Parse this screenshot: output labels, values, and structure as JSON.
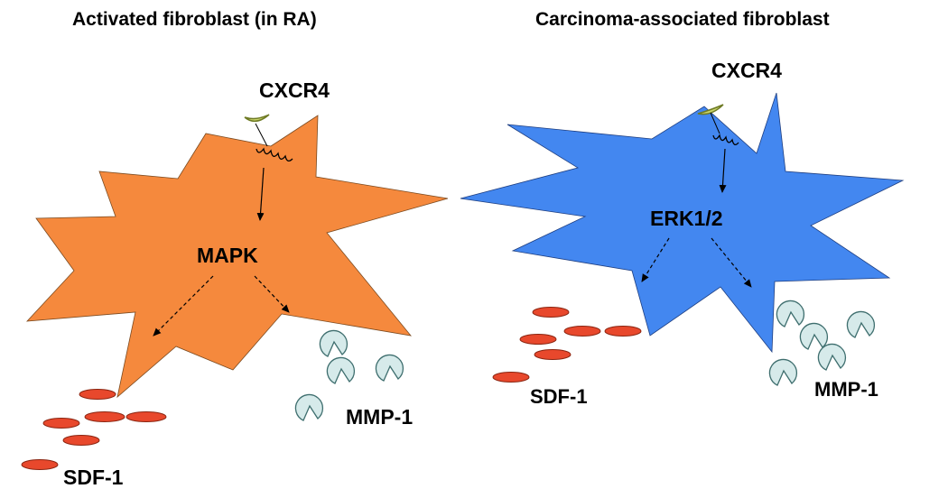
{
  "panels": [
    {
      "title": "Activated fibroblast (in RA)",
      "cell_color": "#f5893d",
      "receptor_label": "CXCR4",
      "kinase_label": "MAPK",
      "secreted_1_label": "SDF-1",
      "secreted_2_label": "MMP-1"
    },
    {
      "title": "Carcinoma-associated fibroblast",
      "cell_color": "#4387f0",
      "receptor_label": "CXCR4",
      "kinase_label": "ERK1/2",
      "secreted_1_label": "SDF-1",
      "secreted_2_label": "MMP-1"
    }
  ],
  "colors": {
    "sdf1_fill": "#e8482c",
    "mmp1_fill": "#d6eaea",
    "receptor_fill": "#c9d46a"
  }
}
